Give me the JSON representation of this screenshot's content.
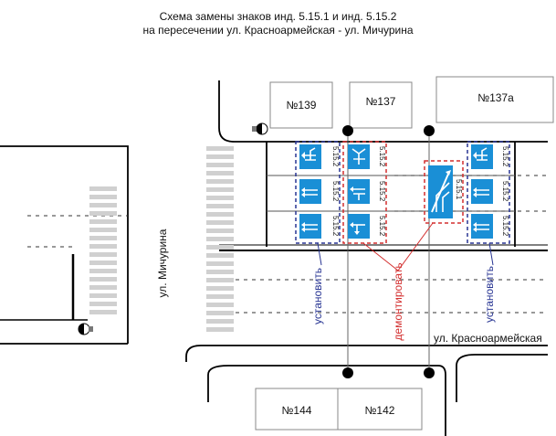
{
  "title": {
    "line1": "Схема замены знаков инд. 5.15.1 и инд. 5.15.2",
    "line2": "на пересечении ул. Красноармейская - ул. Мичурина"
  },
  "streets": {
    "vertical": "ул. Мичурина",
    "horizontal": "ул. Красноармейская"
  },
  "buildings": {
    "b139": "№139",
    "b137": "№137",
    "b137a": "№137а",
    "b144": "№144",
    "b142": "№142"
  },
  "sign_codes": {
    "lane_direction": "5.15.2",
    "lanes_direction": "5.15.1"
  },
  "labels": {
    "install": "установить",
    "remove": "демонтировать"
  },
  "colors": {
    "sign_blue": "#1a8fd6",
    "install_frame": "#283593",
    "remove_frame": "#d32f2f",
    "lines": "#000000"
  },
  "icons": {
    "pedestrian_light": "pedestrian-traffic-light-icon",
    "pole": "sign-pole-icon"
  }
}
